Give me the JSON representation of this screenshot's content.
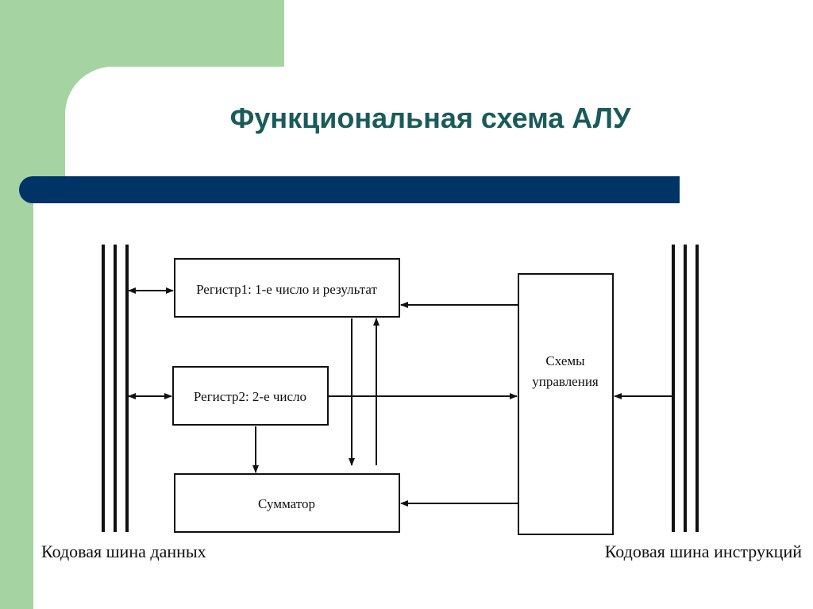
{
  "slide": {
    "title": "Функциональная схема АЛУ"
  },
  "diagram": {
    "register1": "Регистр1: 1-е число и результат",
    "register2": "Регистр2: 2-е число",
    "adder": "Сумматор",
    "control_line1": "Схемы",
    "control_line2": "управления",
    "data_bus_label": "Кодовая шина данных",
    "instruction_bus_label": "Кодовая шина инструкций"
  },
  "colors": {
    "green": "#a5d3a2",
    "title_bar": "#003366",
    "title_text": "#1a5b5a"
  }
}
